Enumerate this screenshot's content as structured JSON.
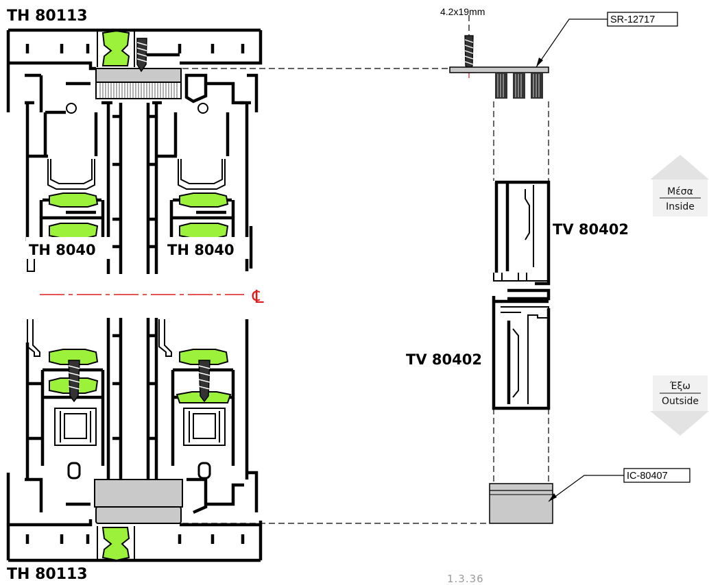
{
  "labels": {
    "profile_top": "TH 80113",
    "profile_bottom": "TH 80113",
    "sash_left": "TH 8040",
    "sash_right": "TH 8040",
    "interlock_upper": "TV 80402",
    "interlock_lower": "TV 80402",
    "centerline": "℄",
    "screw_size": "4.2x19mm",
    "brush_code": "SR-12717",
    "cap_code": "IC-80407",
    "page_number": "1.3.36"
  },
  "side_indicators": {
    "inside_greek": "Μέσα",
    "inside_english": "Inside",
    "outside_greek": "Έξω",
    "outside_english": "Outside"
  },
  "colors": {
    "gasket": "#9cf23a",
    "centerline": "#e11a1a",
    "profile": "#000000",
    "cap_fill": "#c9c9c9",
    "arrow_fill": "#e3e3e3"
  }
}
